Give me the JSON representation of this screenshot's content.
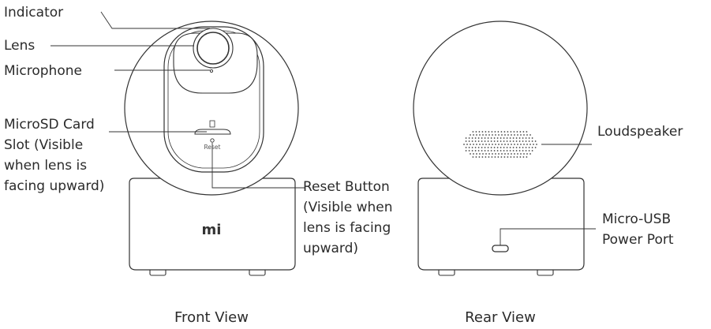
{
  "front": {
    "labels": {
      "indicator": "Indicator",
      "lens": "Lens",
      "microphone": "Microphone",
      "microsd": [
        "MicroSD Card",
        "Slot (Visible",
        "when lens is",
        "facing upward)"
      ],
      "reset": [
        "Reset Button",
        "(Visible when",
        " lens is facing",
        "upward)"
      ]
    },
    "logo": "mi",
    "reset_mark": "Reset",
    "caption": "Front View"
  },
  "rear": {
    "labels": {
      "loudspeaker": "Loudspeaker",
      "usb": [
        "Micro-USB",
        "Power Port"
      ]
    },
    "caption": "Rear View"
  }
}
